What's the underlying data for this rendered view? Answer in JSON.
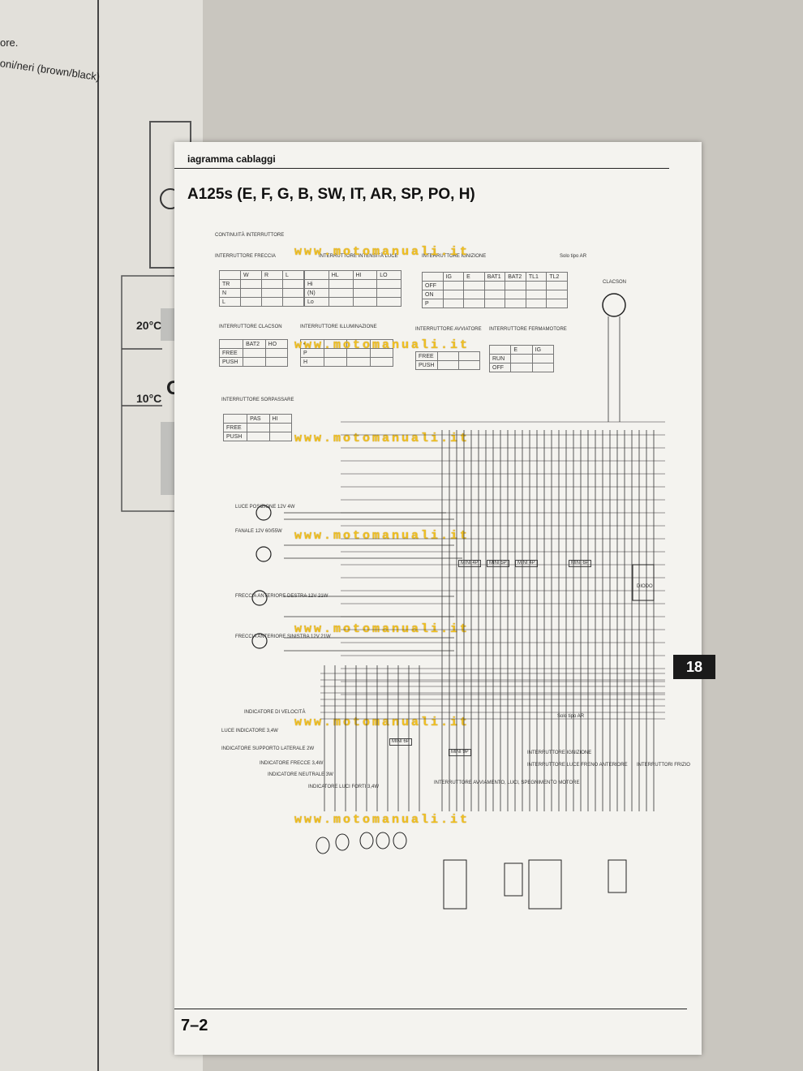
{
  "left_page": {
    "line1": "ore.",
    "line2": "oni/neri (brown/black)",
    "temp_20": "20°C",
    "temp_10": "10°C",
    "on_label": "ON"
  },
  "header": {
    "section": "iagramma cablaggi",
    "models": "A125s (E, F, G, B, SW, IT, AR, SP, PO, H)"
  },
  "watermark": "www.motomanuali.it",
  "continuity": "CONTINUITÀ INTERRUTTORE",
  "switches": {
    "freccia": {
      "title": "INTERRUTTORE FRECCIA",
      "cols": [
        "W",
        "R",
        "L"
      ],
      "rows": [
        "TR",
        "N",
        "L"
      ]
    },
    "intensita": {
      "title": "INTERRUTTORE INTENSITÀ LUCE",
      "cols": [
        "HL",
        "HI",
        "LO"
      ],
      "rows": [
        "Hi",
        "(N)",
        "Lo"
      ]
    },
    "ignition": {
      "title": "INTERRUTTORE IGNIZIONE",
      "cols": [
        "IG",
        "E",
        "BAT1",
        "BAT2",
        "TL1",
        "TL2"
      ],
      "rows": [
        "OFF",
        "ON",
        "P"
      ]
    },
    "clacson": {
      "title": "INTERRUTTORE CLACSON",
      "cols": [
        "BAT2",
        "HO"
      ],
      "rows": [
        "FREE",
        "PUSH"
      ]
    },
    "illuminazione": {
      "title": "INTERRUTTORE ILLUMINAZIONE",
      "rows": [
        "•",
        "P",
        "H"
      ]
    },
    "avviatore": {
      "title": "INTERRUTTORE AVVIATORE",
      "rows": [
        "FREE",
        "PUSH"
      ]
    },
    "fermamotore": {
      "title": "INTERRUTTORE FERMAMOTORE",
      "cols": [
        "E",
        "IG"
      ],
      "rows": [
        "RUN",
        "OFF"
      ]
    },
    "sorpassare": {
      "title": "INTERRUTTORE SORPASSARE",
      "cols": [
        "PAS",
        "HI"
      ],
      "rows": [
        "FREE",
        "PUSH"
      ]
    }
  },
  "components": {
    "luce_posizione": "LUCE POSIZIONE 12V 4W",
    "fanale": "FANALE 12V 60/55W",
    "freccia_dx": "FRECCIA ANTERIORE DESTRA 12V 21W",
    "freccia_sx": "FRECCIA ANTERIORE SINISTRA 12V 21W",
    "clacson": "CLACSON",
    "diodo": "DIODO",
    "ind_velocita": "INDICATORE DI VELOCITÀ",
    "luce_indicatore": "LUCE INDICATORE 3,4W",
    "ind_supporto": "INDICATORE SUPPORTO LATERALE 2W",
    "ind_frecce": "INDICATORE FRECCE 3,4W",
    "ind_neutrale": "INDICATORE NEUTRALE 3W",
    "ind_luci_forti": "INDICATORE LUCI FORTI 3,4W",
    "int_ignizione": "INTERRUTTORE IGNIZIONE",
    "int_freno": "INTERRUTTORE LUCE FRENO ANTERIORE",
    "int_avviamento": "INTERRUTTORE AVVIAMENTO, LUCI, SPEGNIMENTO MOTORE",
    "int_frizione": "INTERRUTTORI FRIZIO",
    "solo_ar": "Solo tipo AR"
  },
  "connectors": [
    "MINI 4P",
    "MINI 5P",
    "MINI 4P",
    "MINI 6P",
    "MINI 6P",
    "MINI 9P"
  ],
  "tab": "18",
  "page_number": "7–2"
}
